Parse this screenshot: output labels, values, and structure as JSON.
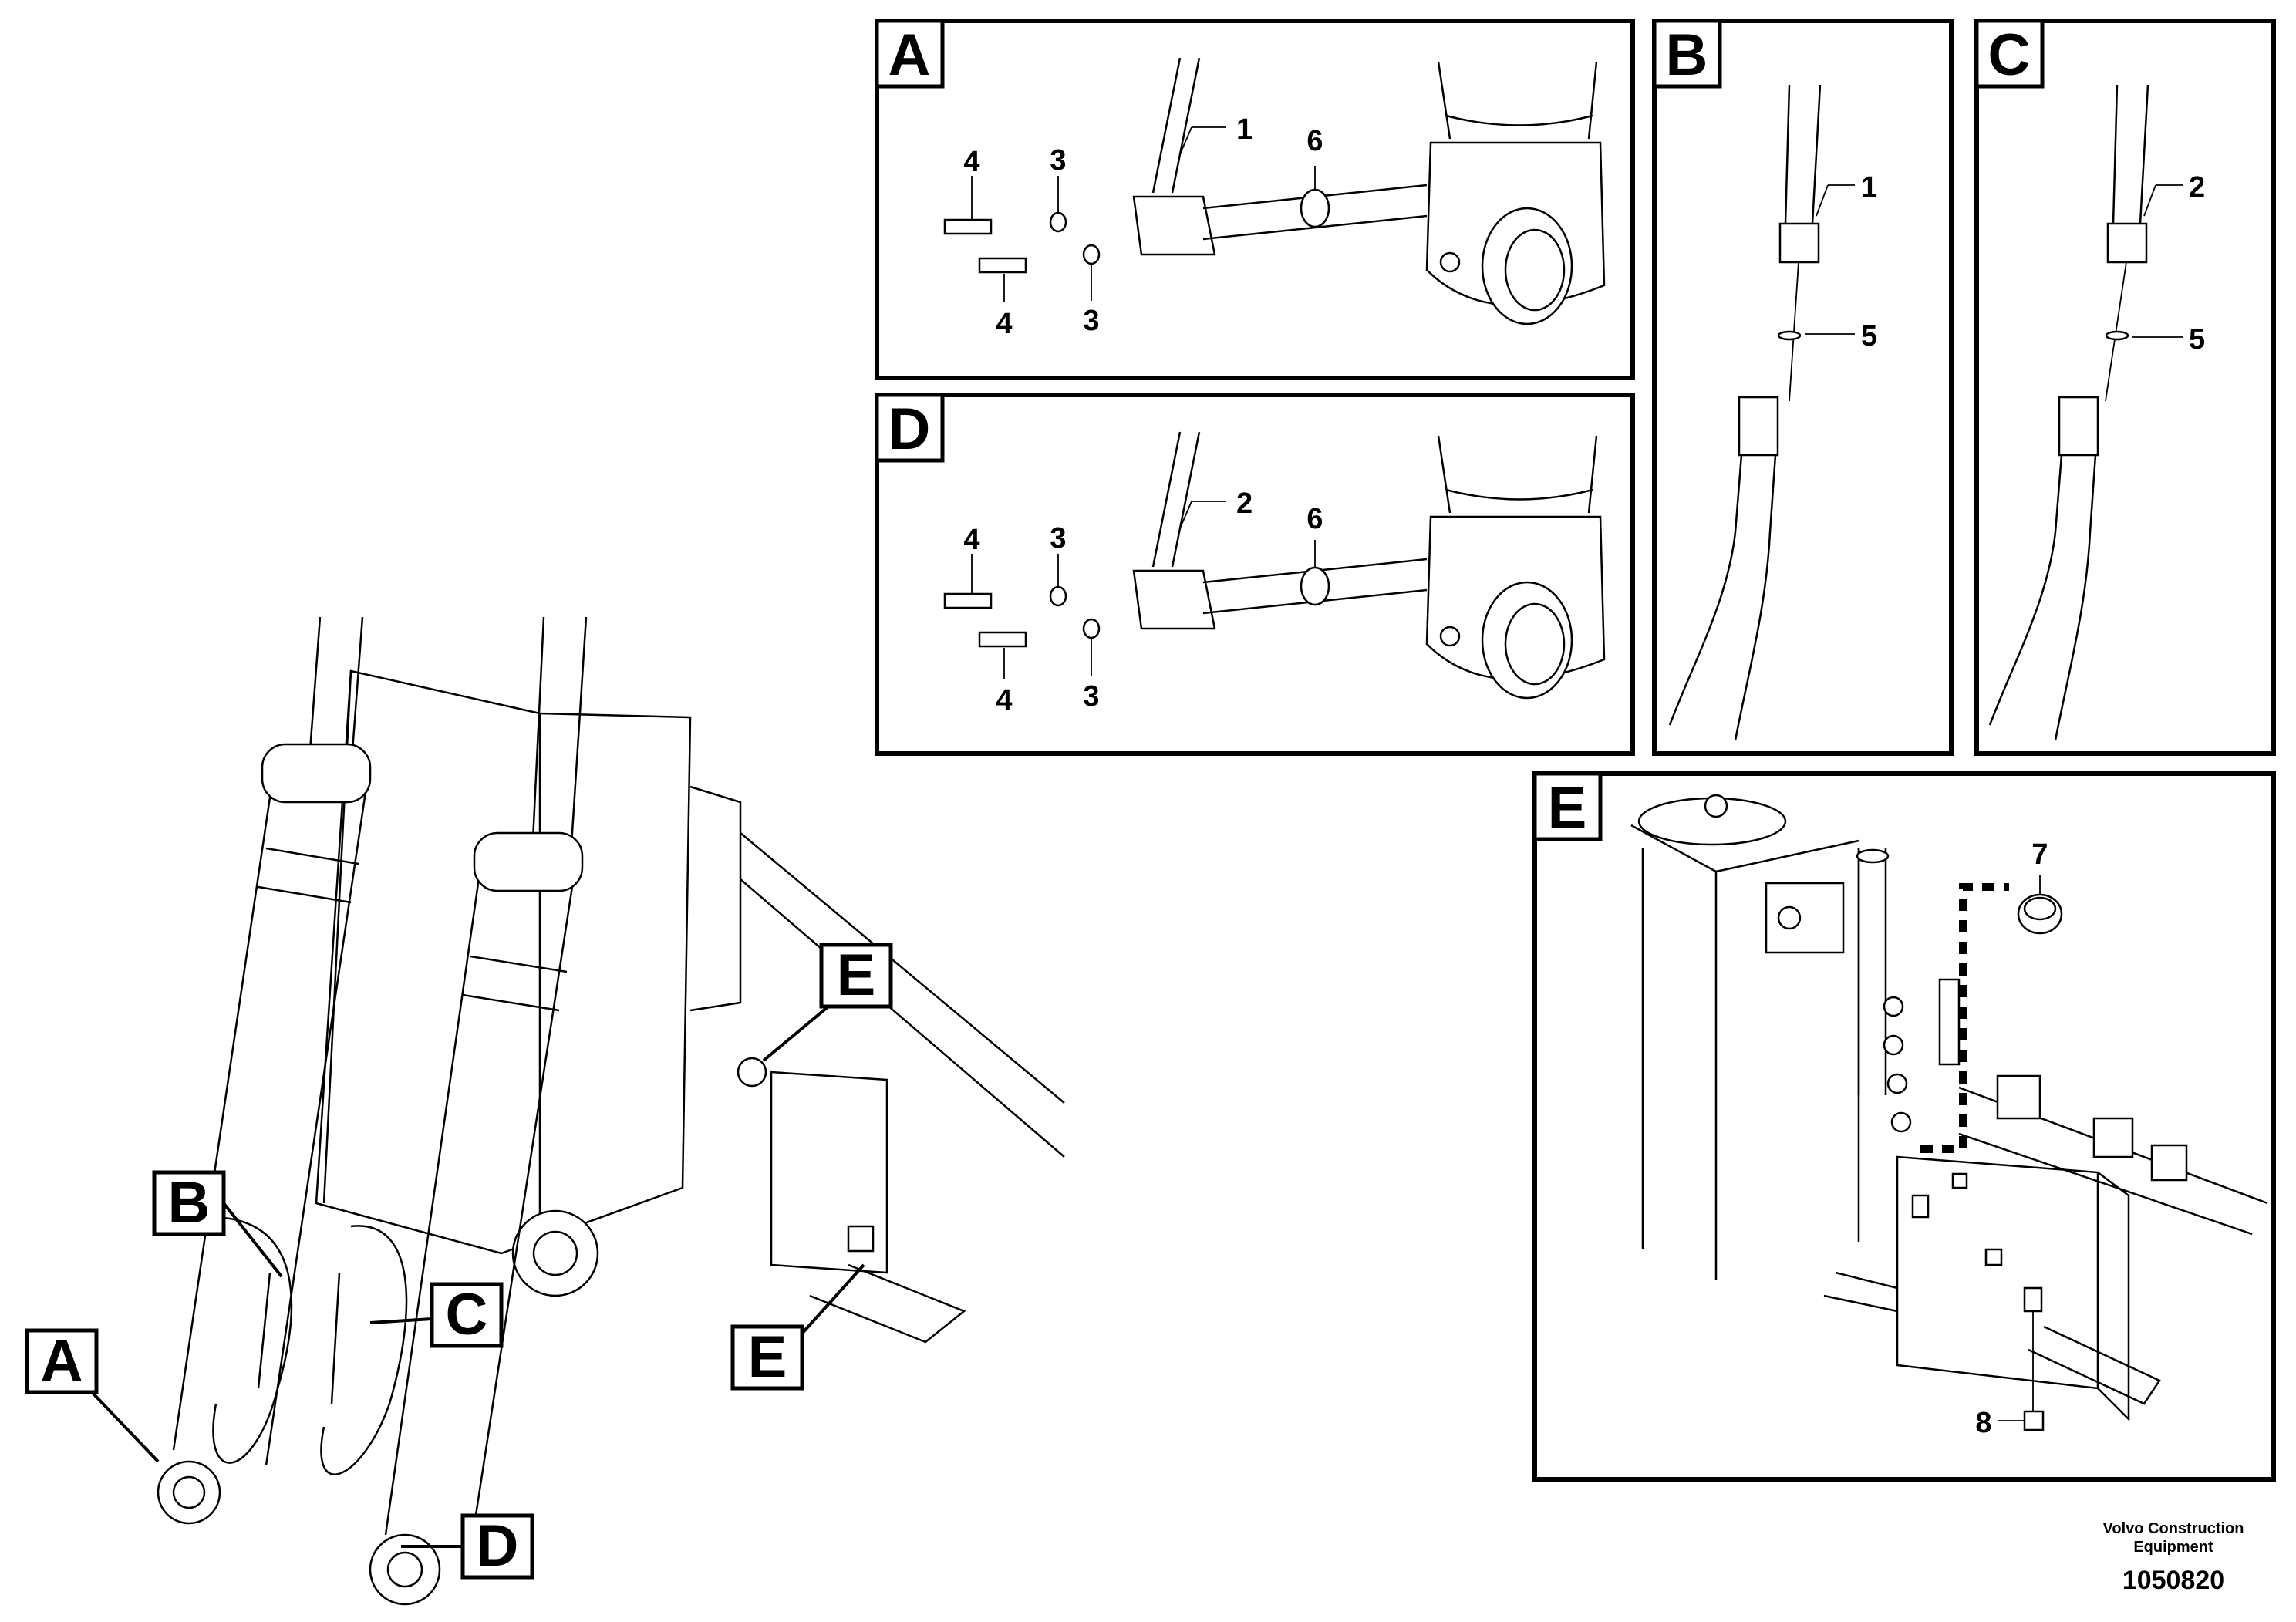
{
  "callout_letters": {
    "a": "A",
    "b": "B",
    "c": "C",
    "d": "D",
    "e": "E"
  },
  "part_numbers": {
    "p1": "1",
    "p2": "2",
    "p3": "3",
    "p4": "4",
    "p5": "5",
    "p6": "6",
    "p7": "7",
    "p8": "8"
  },
  "footer": {
    "company_line1": "Volvo Construction",
    "company_line2": "Equipment",
    "drawing_number": "1050820"
  }
}
